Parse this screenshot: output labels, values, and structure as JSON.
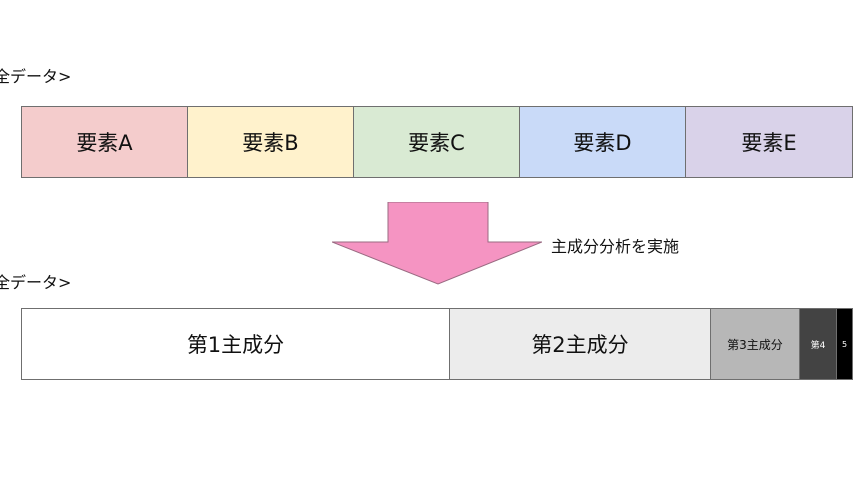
{
  "top": {
    "label": "全データ>",
    "elements": [
      {
        "label": "要素A",
        "color": "#f4cccc"
      },
      {
        "label": "要素B",
        "color": "#fff2cc"
      },
      {
        "label": "要素C",
        "color": "#d9ead3"
      },
      {
        "label": "要素D",
        "color": "#c9daf8"
      },
      {
        "label": "要素E",
        "color": "#d9d2e9"
      }
    ]
  },
  "arrow": {
    "label": "主成分分析を実施",
    "color": "#f594c2"
  },
  "bottom": {
    "label": "全データ>",
    "components": [
      {
        "label": "第1主成分",
        "color": "#ffffff"
      },
      {
        "label": "第2主成分",
        "color": "#ececec"
      },
      {
        "label": "第3主成分",
        "color": "#b7b7b7"
      },
      {
        "label": "第4",
        "color": "#434343"
      },
      {
        "label": "5",
        "color": "#000000"
      }
    ]
  }
}
